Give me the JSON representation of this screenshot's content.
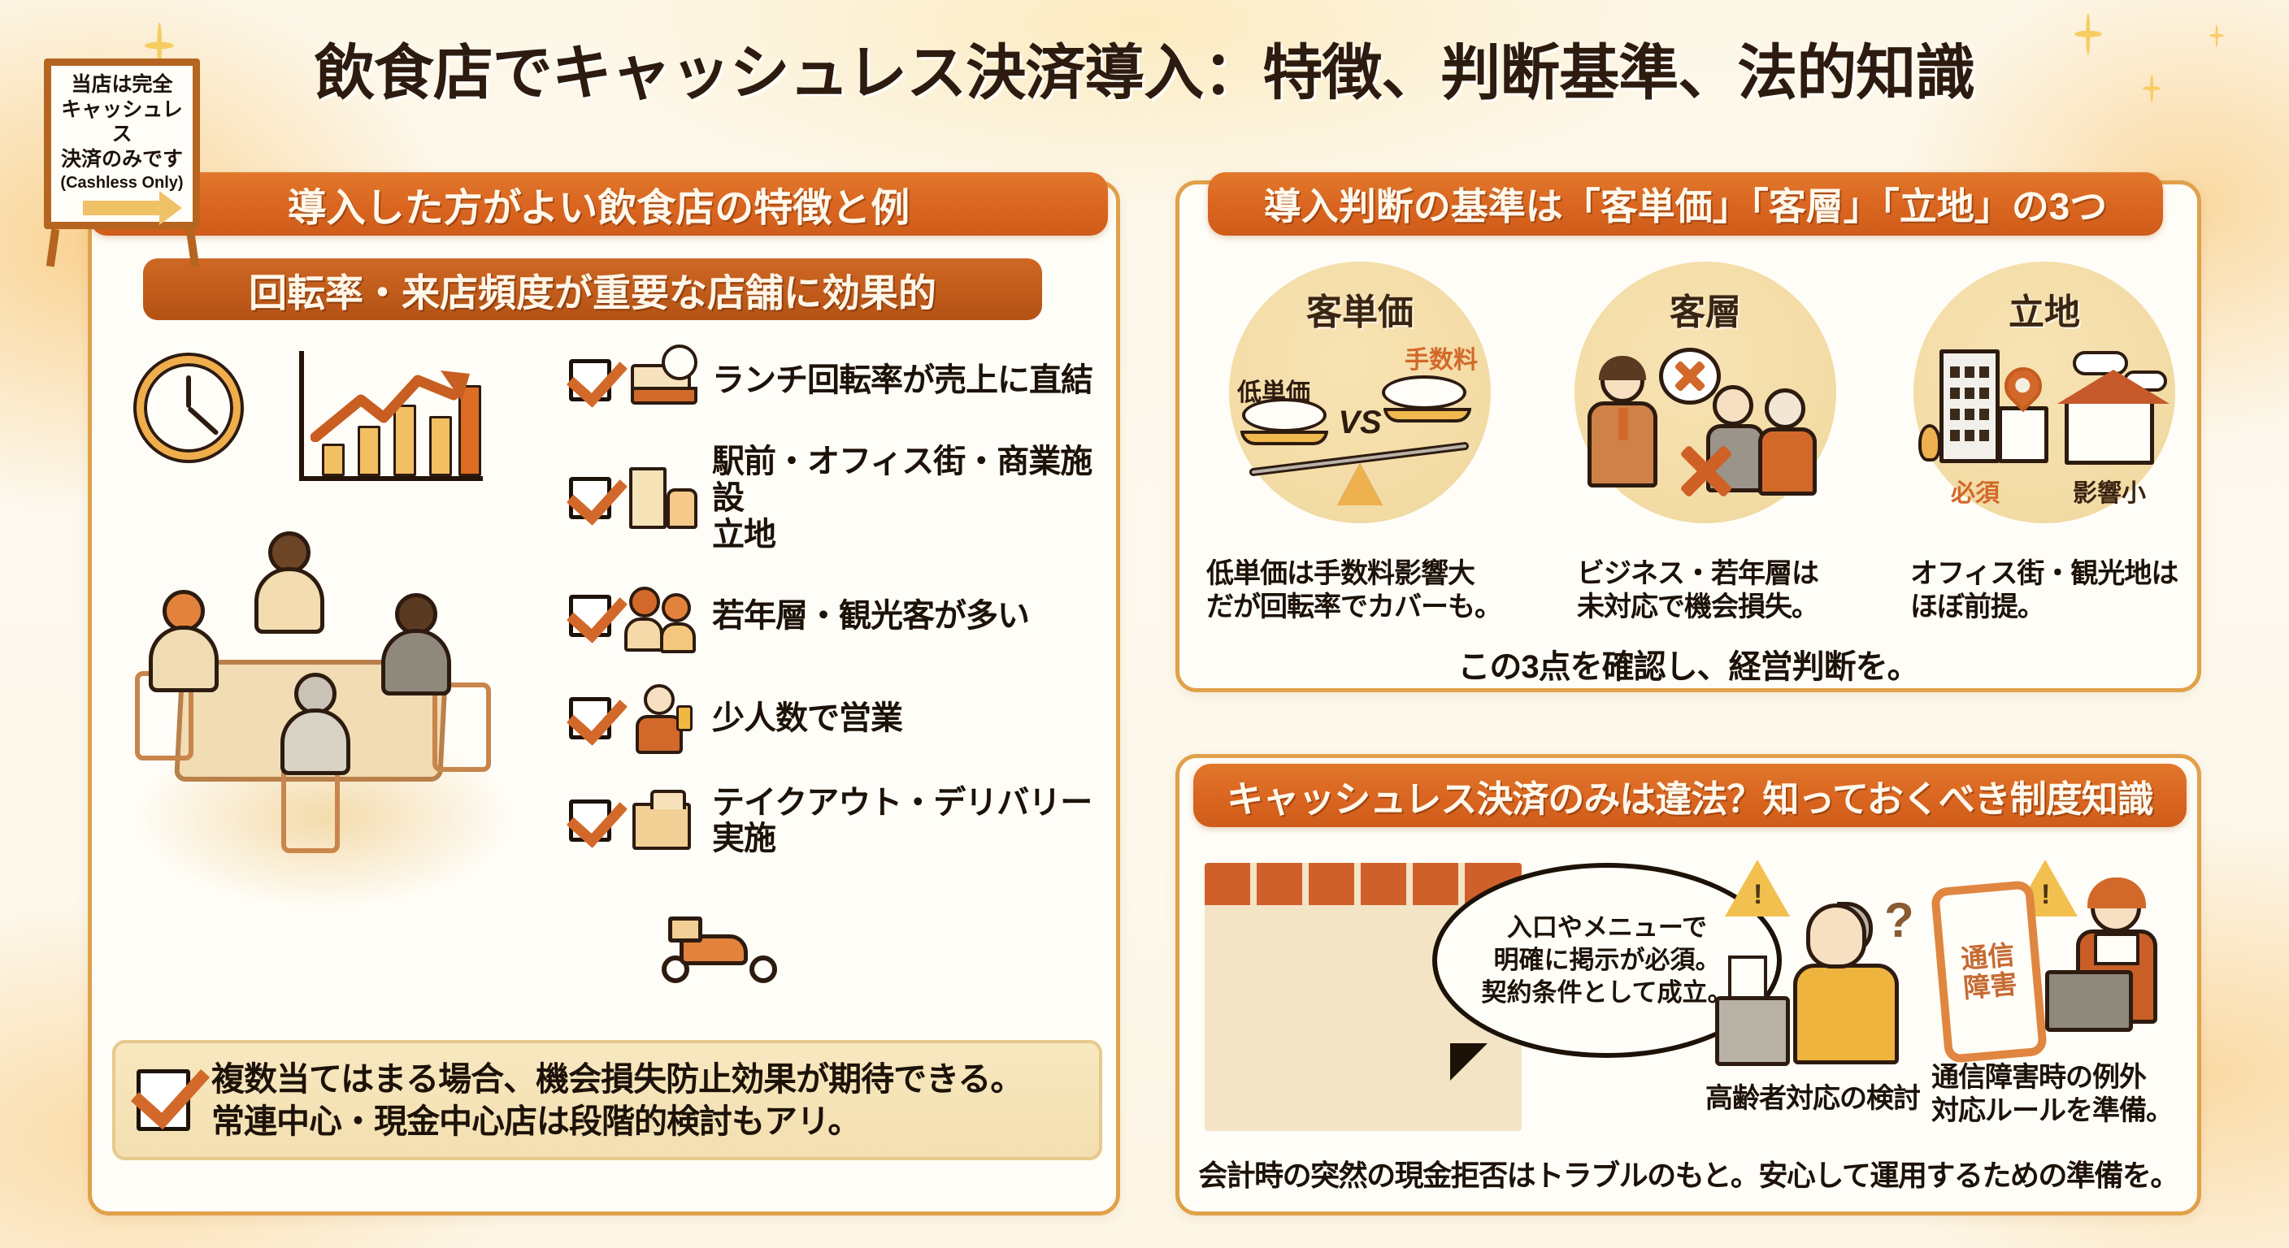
{
  "title": "飲食店でキャッシュレス決済導入：特徴、判断基準、法的知識",
  "colors": {
    "accent_orange": "#d96520",
    "deep_orange": "#b35214",
    "cream": "#f3dca6",
    "panel_border": "#e0a14a",
    "background": "#fdf7e8",
    "ink": "#1c1208"
  },
  "left_panel": {
    "ribbon": "導入した方がよい飲食店の特徴と例",
    "sub_ribbon": "回転率・来店頻度が重要な店舗に効果的",
    "checklist": [
      {
        "icon": "bento-box-clock-icon",
        "label": "ランチ回転率が売上に直結"
      },
      {
        "icon": "building-train-icon",
        "label": "駅前・オフィス街・商業施設\n立地"
      },
      {
        "icon": "young-tourists-icon",
        "label": "若年層・観光客が多い"
      },
      {
        "icon": "staff-smartphone-icon",
        "label": "少人数で営業"
      },
      {
        "icon": "takeout-bag-icon",
        "label": "テイクアウト・デリバリー実施"
      }
    ],
    "summary": {
      "line1": "複数当てはまる場合、機会損失防止効果が期待できる。",
      "line2": "常連中心・現金中心店は段階的検討もアリ。"
    }
  },
  "mid_panel": {
    "ribbon": "導入判断の基準は「客単価」「客層」「立地」の3つ",
    "circles": [
      {
        "title": "客単価",
        "label_left": "低単価",
        "label_right": "手数料",
        "vs": "VS",
        "caption_line1": "低単価は手数料影響大",
        "caption_line2": "だが回転率でカバーも。"
      },
      {
        "title": "客層",
        "caption_line1": "ビジネス・若年層は",
        "caption_line2": "未対応で機会損失。"
      },
      {
        "title": "立地",
        "label_left": "必須",
        "label_right": "影響小",
        "caption_line1": "オフィス街・観光地は",
        "caption_line2": "ほぼ前提。"
      }
    ],
    "footer": "この3点を確認し、経営判断を。"
  },
  "bottom_panel": {
    "ribbon": "キャッシュレス決済のみは違法？知っておくべき制度知識",
    "signboard": {
      "line1": "当店は完全",
      "line2": "キャッシュレス",
      "line3": "決済のみです",
      "english": "(Cashless Only)"
    },
    "speech": {
      "line1": "入口やメニューで",
      "line2": "明確に掲示が必須。",
      "line3": "契約条件として成立。"
    },
    "elder": {
      "caption": "高齢者対応の検討",
      "question_mark": "?"
    },
    "outage": {
      "phone_line1": "通信",
      "phone_line2": "障害",
      "caption_line1": "通信障害時の例外",
      "caption_line2": "対応ルールを準備。"
    },
    "footer": "会計時の突然の現金拒否はトラブルのもと。安心して運用するための準備を。"
  }
}
